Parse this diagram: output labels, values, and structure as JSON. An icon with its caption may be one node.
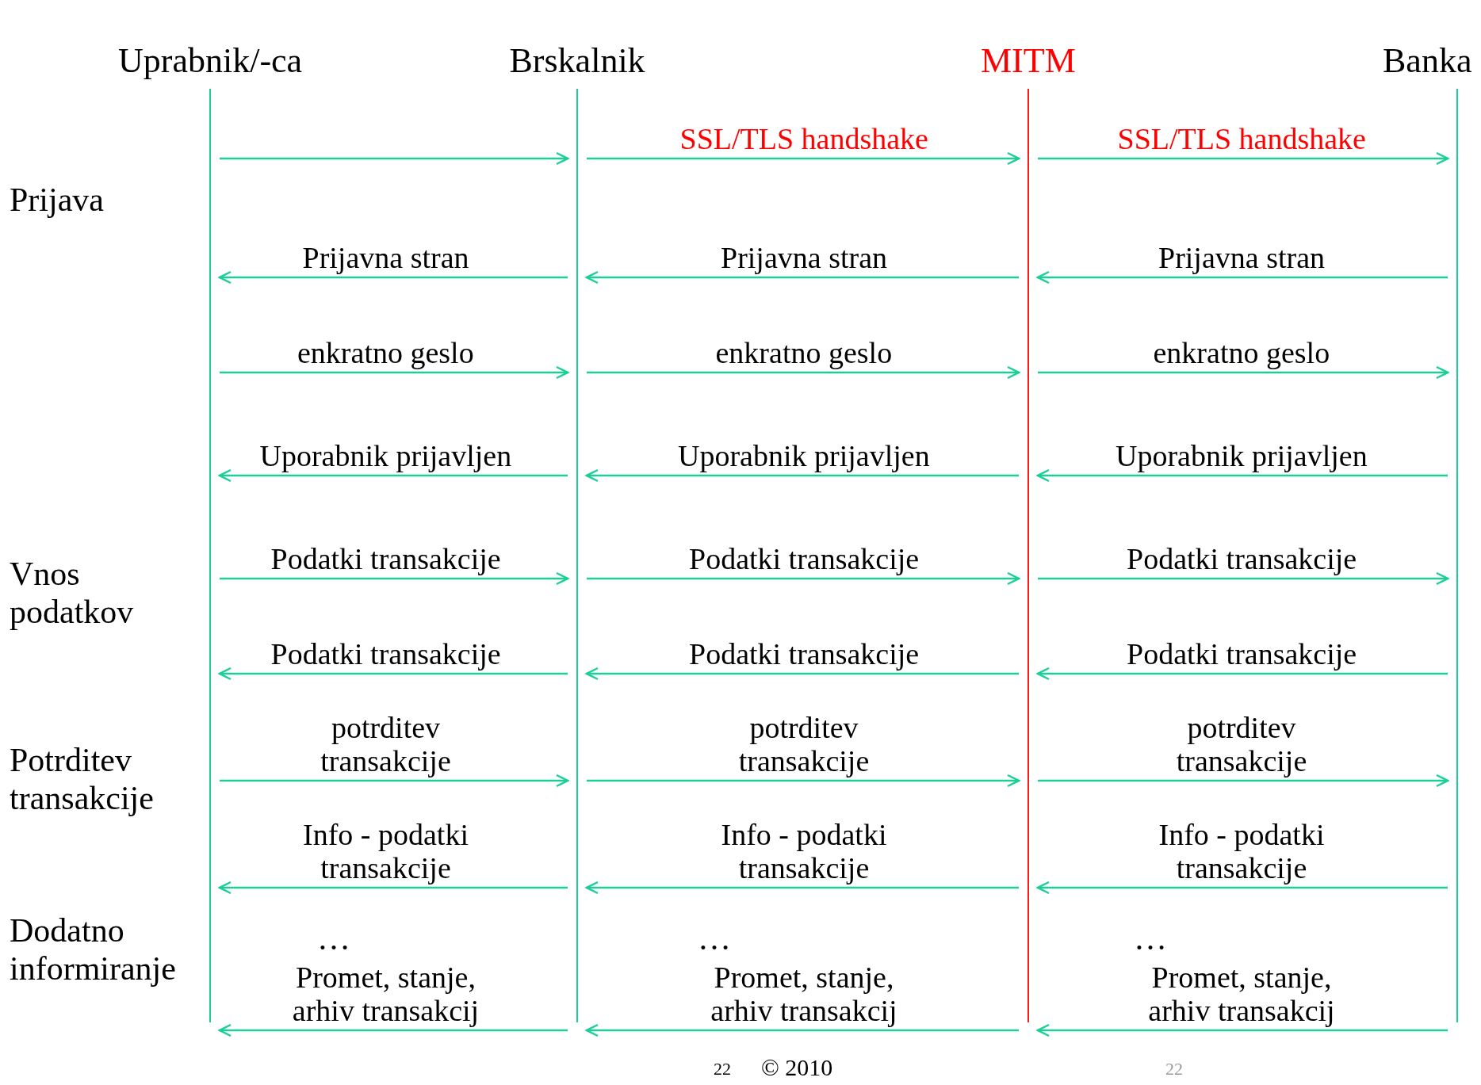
{
  "diagram": {
    "nodes": [
      {
        "text": [
          "Uprabnik/-ca"
        ]
      },
      {
        "text": [
          "Brskalnik"
        ]
      },
      {
        "text": [
          "MITM"
        ]
      },
      {
        "text": [
          "Banka"
        ]
      }
    ],
    "edges": [
      {
        "from": 0,
        "to": 1,
        "arrow": "to"
      },
      {
        "from": 1,
        "to": 2,
        "arrow": "to",
        "label": "SSL/TLS handshake"
      },
      {
        "from": 2,
        "to": 3,
        "arrow": "to",
        "label": "SSL/TLS handshake"
      },
      {
        "from": 1,
        "to": 0,
        "arrow": "to",
        "label": "Prijavna stran"
      },
      {
        "from": 2,
        "to": 1,
        "arrow": "to",
        "label": "Prijavna stran"
      },
      {
        "from": 3,
        "to": 2,
        "arrow": "to",
        "label": "Prijavna stran"
      },
      {
        "from": 0,
        "to": 1,
        "arrow": "to",
        "label": "enkratno geslo"
      },
      {
        "from": 1,
        "to": 2,
        "arrow": "to",
        "label": "enkratno geslo"
      },
      {
        "from": 2,
        "to": 3,
        "arrow": "to",
        "label": "enkratno geslo"
      },
      {
        "from": 1,
        "to": 0,
        "arrow": "to",
        "label": "Uporabnik prijavljen"
      },
      {
        "from": 2,
        "to": 1,
        "arrow": "to",
        "label": "Uporabnik prijavljen"
      },
      {
        "from": 3,
        "to": 2,
        "arrow": "to",
        "label": "Uporabnik prijavljen"
      },
      {
        "from": 0,
        "to": 1,
        "arrow": "to",
        "label": "Podatki transakcije"
      },
      {
        "from": 1,
        "to": 2,
        "arrow": "to",
        "label": "Podatki transakcije"
      },
      {
        "from": 2,
        "to": 3,
        "arrow": "to",
        "label": "Podatki transakcije"
      },
      {
        "from": 1,
        "to": 0,
        "arrow": "to",
        "label": "Podatki transakcije"
      },
      {
        "from": 2,
        "to": 1,
        "arrow": "to",
        "label": "Podatki transakcije"
      },
      {
        "from": 3,
        "to": 2,
        "arrow": "to",
        "label": "Podatki transakcije"
      },
      {
        "from": 0,
        "to": 1,
        "arrow": "to",
        "label": "potrditev transakcije"
      },
      {
        "from": 1,
        "to": 2,
        "arrow": "to",
        "label": "potrditev transakcije"
      },
      {
        "from": 2,
        "to": 3,
        "arrow": "to",
        "label": "potrditev transakcije"
      },
      {
        "from": 1,
        "to": 0,
        "arrow": "to",
        "label": "Info - podatki transakcije"
      },
      {
        "from": 2,
        "to": 1,
        "arrow": "to",
        "label": "Info - podatki transakcije"
      },
      {
        "from": 3,
        "to": 2,
        "arrow": "to",
        "label": "Info - podatki transakcije"
      },
      {
        "from": 1,
        "to": 0,
        "arrow": "to",
        "label": "Promet, stanje, arhiv transakcij"
      },
      {
        "from": 2,
        "to": 1,
        "arrow": "to",
        "label": "Promet, stanje, arhiv transakcij"
      },
      {
        "from": 3,
        "to": 2,
        "arrow": "to",
        "label": "Promet, stanje, arhiv transakcij"
      }
    ],
    "labels": [
      "Prijava",
      "Vnos podatkov",
      "Potrditev transakcije",
      "Dodatno informiranje",
      "…",
      "…",
      "…",
      "22",
      "© 2010",
      "22"
    ]
  }
}
